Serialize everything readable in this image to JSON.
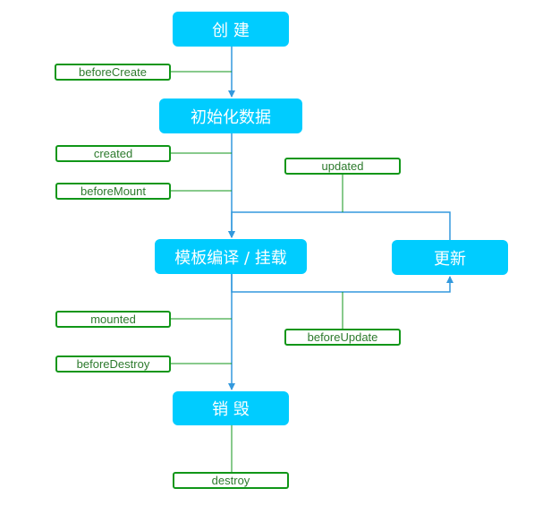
{
  "colors": {
    "stage_fill": "#00ccff",
    "stage_text": "#ffffff",
    "hook_border": "#109618",
    "hook_text": "#2d7a2d",
    "flow_line": "#3399dd",
    "hook_line": "#109618"
  },
  "stages": {
    "create": "创 建",
    "init_data": "初始化数据",
    "compile_mount": "模板编译 / 挂载",
    "update": "更新",
    "destroy": "销 毁"
  },
  "hooks": {
    "before_create": "beforeCreate",
    "created": "created",
    "before_mount": "beforeMount",
    "updated": "updated",
    "mounted": "mounted",
    "before_update": "beforeUpdate",
    "before_destroy": "beforeDestroy",
    "destroy": "destroy"
  }
}
